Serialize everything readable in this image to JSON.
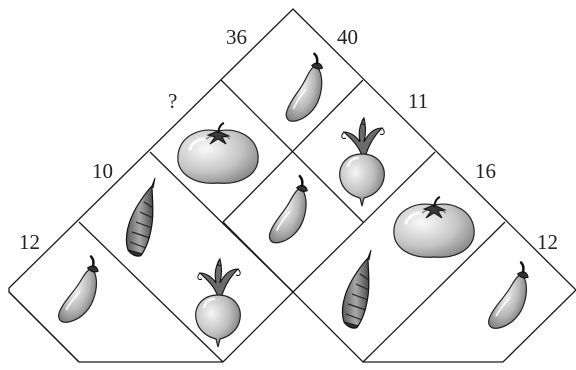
{
  "puzzle": {
    "labels": {
      "top_left": "36",
      "top_right": "40",
      "row2_left": "?",
      "row2_right": "11",
      "row3_left": "10",
      "row3_right": "16",
      "row4_left": "12",
      "row4_right": "12"
    },
    "cells": [
      {
        "row": 1,
        "item": "eggplant"
      },
      {
        "row": 2,
        "item": "tomato"
      },
      {
        "row": 2,
        "item": "radish"
      },
      {
        "row": 3,
        "item": "bamboo-shoot"
      },
      {
        "row": 3,
        "item": "eggplant"
      },
      {
        "row": 3,
        "item": "tomato"
      },
      {
        "row": 4,
        "item": "eggplant"
      },
      {
        "row": 4,
        "item": "radish"
      },
      {
        "row": 4,
        "item": "bamboo-shoot"
      },
      {
        "row": 4,
        "item": "eggplant"
      }
    ]
  }
}
